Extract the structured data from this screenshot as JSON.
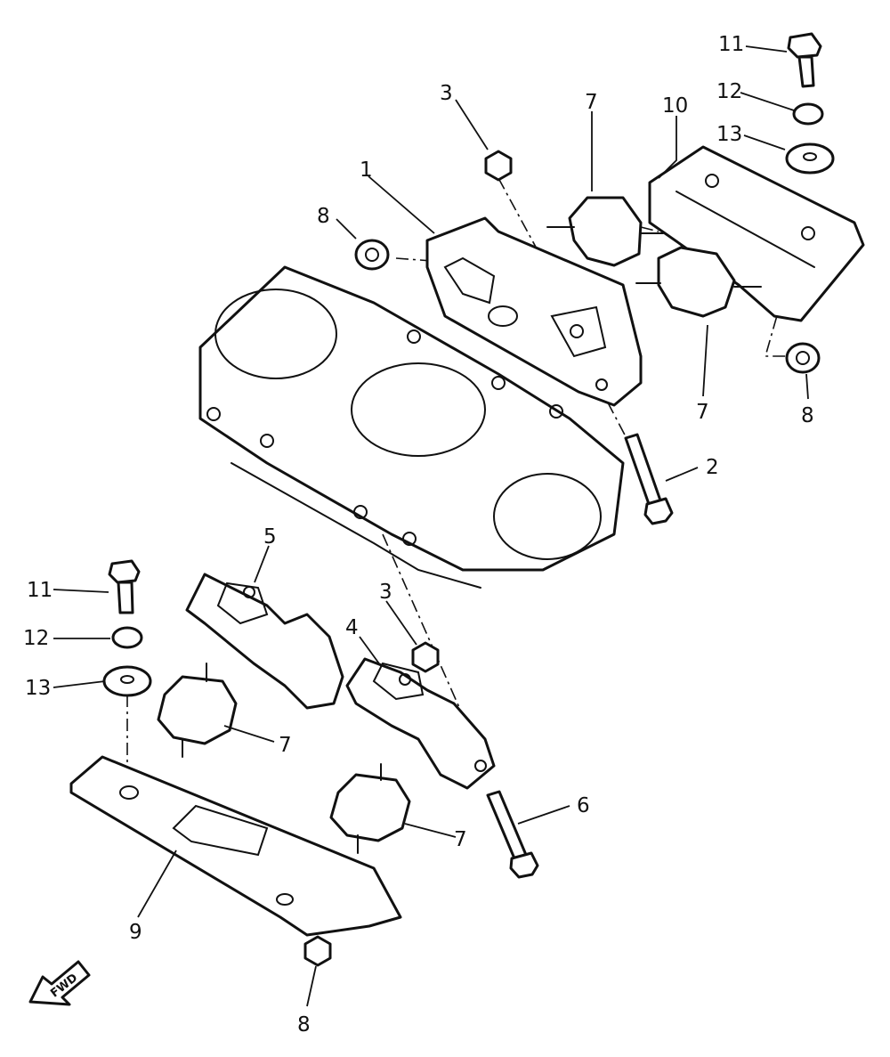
{
  "callouts": {
    "c11_top": "11",
    "c12_top": "12",
    "c13_top": "13",
    "c10": "10",
    "c7_top": "7",
    "c3_top": "3",
    "c1": "1",
    "c8_left": "8",
    "c7_mid": "7",
    "c8_right": "8",
    "c2": "2",
    "c5": "5",
    "c11_left": "11",
    "c12_left": "12",
    "c13_left": "13",
    "c3_mid": "3",
    "c4": "4",
    "c7_low_left": "7",
    "c7_low_right": "7",
    "c6": "6",
    "c9": "9",
    "c8_bottom": "8"
  },
  "fwd_arrow": {
    "label": "FWD",
    "icon": "forward-arrow-icon"
  },
  "colors": {
    "ink": "#111111",
    "paper": "#ffffff"
  }
}
